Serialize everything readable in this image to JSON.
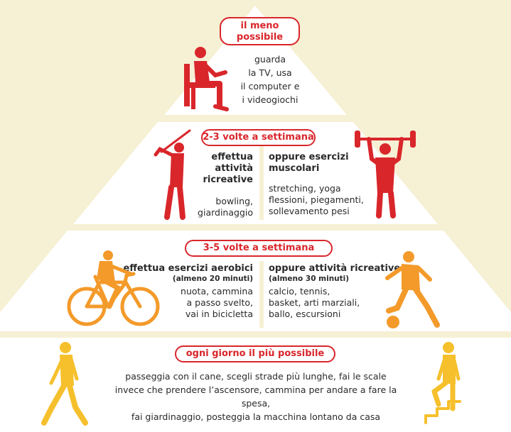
{
  "colors": {
    "background": "#f6f0d4",
    "tier": "#ffffff",
    "accent_red": "#d9262b",
    "orange": "#f39a2a",
    "yellow": "#f6c02c"
  },
  "tier1": {
    "badge": "il meno\npossibile",
    "text": "guarda\nla TV, usa\nil computer e\ni videogiochi",
    "icon": "person-sitting-icon"
  },
  "tier2": {
    "badge": "2-3 volte a settimana",
    "left_title": "effettua\nattività\nricreative",
    "left_text": "bowling,\ngiardinaggio",
    "right_title": "oppure esercizi\nmuscolari",
    "right_text": "stretching, yoga\nflessioni, piegamenti,\nsollevamento pesi",
    "icons": [
      "golfer-icon",
      "weightlifter-icon"
    ]
  },
  "tier3": {
    "badge": "3-5 volte a settimana",
    "left_title": "effettua esercizi aerobici",
    "left_sub": "(almeno 20 minuti)",
    "left_text": "nuota, cammina\na passo svelto,\nvai in bicicletta",
    "right_title": "oppure attività ricreative",
    "right_sub": "(almeno 30 minuti)",
    "right_text": "calcio, tennis,\nbasket, arti marziali,\nballo, escursioni",
    "icons": [
      "cyclist-icon",
      "soccer-player-icon"
    ]
  },
  "tier4": {
    "badge": "ogni giorno il più possibile",
    "text": "passeggia con il cane, scegli strade più lunghe, fai le scale\ninvece che prendere l’ascensore, cammina per andare a fare la spesa,\nfai giardinaggio, posteggia la macchina lontano da casa",
    "icons": [
      "walking-person-icon",
      "stair-climber-icon"
    ]
  }
}
